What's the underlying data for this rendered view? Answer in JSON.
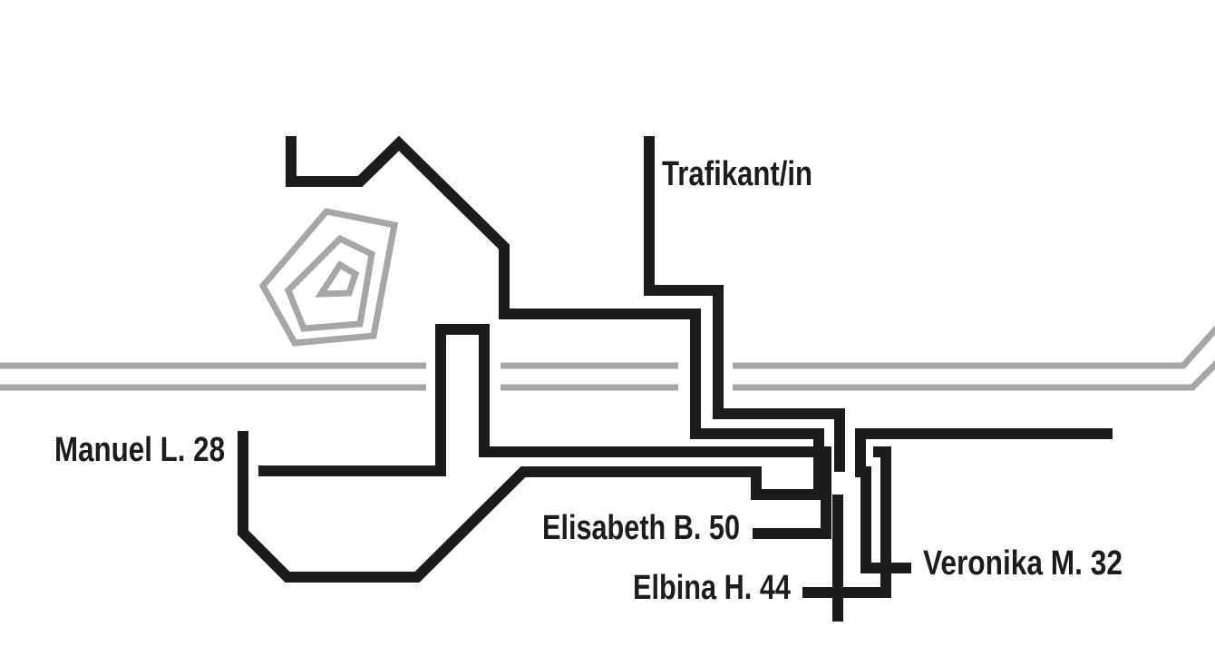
{
  "diagram": {
    "labels": {
      "trafikant": "Trafikant/in",
      "manuel": "Manuel L. 28",
      "elisabeth": "Elisabeth B. 50",
      "elbina": "Elbina H. 44",
      "veronika": "Veronika M. 32"
    },
    "colors": {
      "route": "#1c1c1c",
      "rail": "#a6a6a6",
      "contour": "#a6a6a6",
      "text": "#1c1c1c",
      "background": "#ffffff"
    }
  }
}
